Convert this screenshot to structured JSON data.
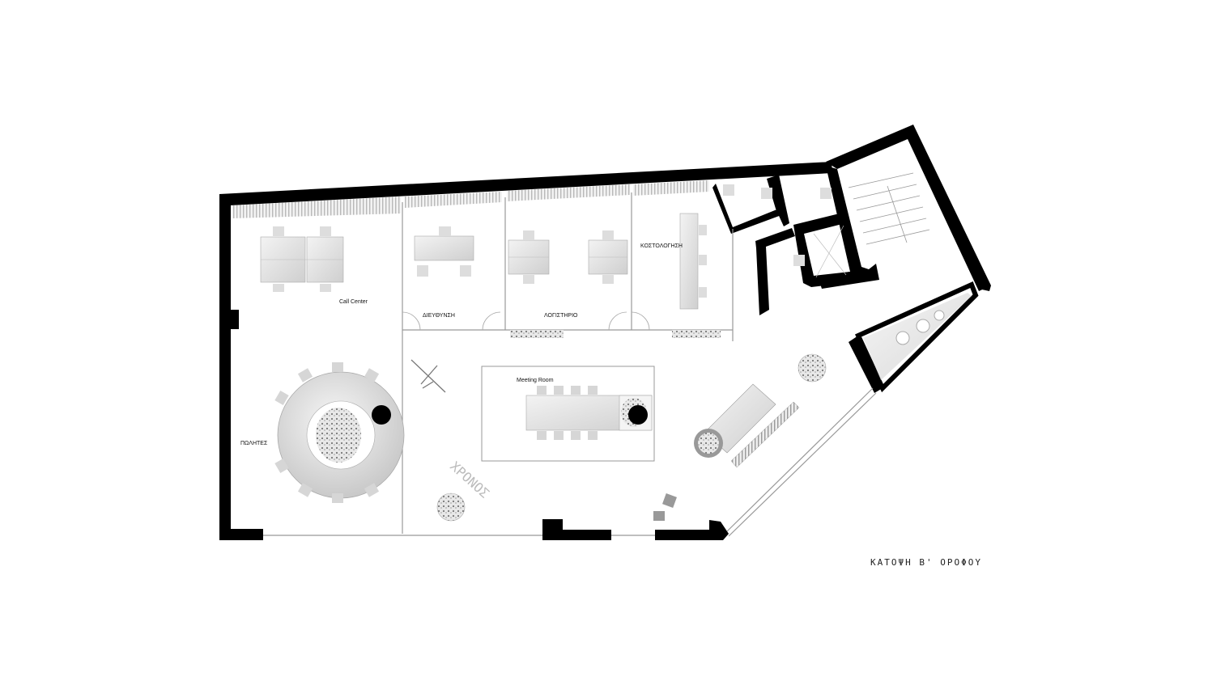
{
  "plan": {
    "caption": "ΚΑΤΟΨΗ Β' ΟΡΟΦΟΥ",
    "engraving": "ΧΡΟΝΟΣ",
    "rooms": {
      "call_center": "Call Center",
      "direction": "ΔΙΕΥΘΥΝΣΗ",
      "accounting": "ΛΟΓΙΣΤΗΡΙΟ",
      "costing": "ΚΟΣΤΟΛΟΓΗΣΗ",
      "meeting_room": "Meeting Room",
      "sales": "ΠΩΛΗΤΕΣ"
    },
    "colors": {
      "wall": "#000000",
      "furniture": "#dddddd",
      "line": "#888888"
    }
  }
}
